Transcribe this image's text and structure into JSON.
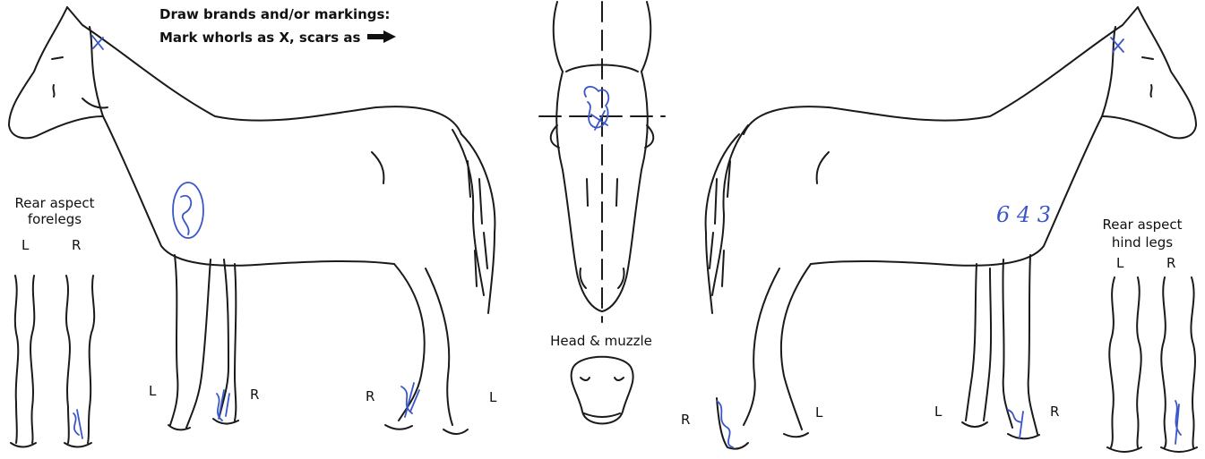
{
  "instructions": {
    "line1": "Draw brands and/or markings:",
    "line2": "Mark whorls as X, scars as"
  },
  "rear_forelegs": {
    "title1": "Rear aspect",
    "title2": "forelegs",
    "left": "L",
    "right": "R"
  },
  "rear_hindlegs": {
    "title1": "Rear aspect",
    "title2": "hind legs",
    "left": "L",
    "right": "R"
  },
  "left_side_legs": {
    "fore_left": "L",
    "fore_right": "R",
    "hind_right": "R",
    "hind_left": "L"
  },
  "right_side_legs": {
    "hind_right": "R",
    "hind_left": "L",
    "fore_left": "L",
    "fore_right": "R"
  },
  "head_muzzle_label": "Head & muzzle",
  "handwritten_brand": "6 4 3"
}
